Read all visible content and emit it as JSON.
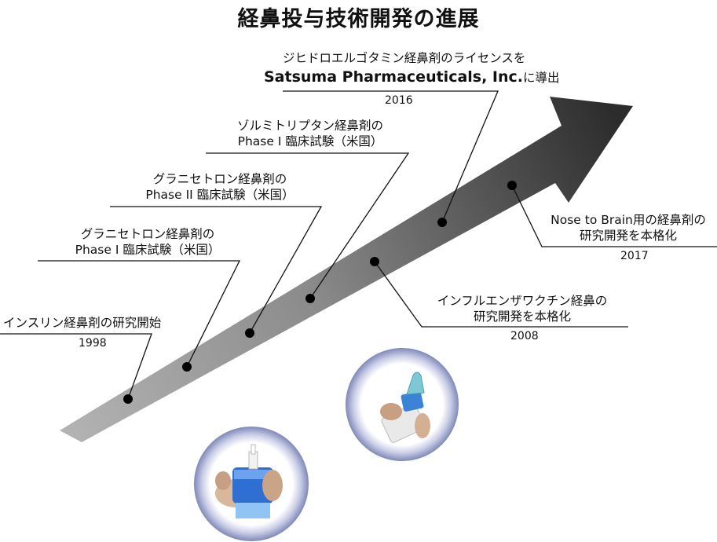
{
  "title": "経鼻投与技術開発の進展",
  "milestones": {
    "m1998": {
      "text": "インスリン経鼻剤の研究開始",
      "year": "1998"
    },
    "granisetron1": {
      "line1": "グラニセトロン経鼻剤の",
      "line2": "Phase I 臨床試験（米国）"
    },
    "granisetron2": {
      "line1": "グラニセトロン経鼻剤の",
      "line2": "Phase II 臨床試験（米国）"
    },
    "zolmitriptan": {
      "line1": "ゾルミトリプタン経鼻剤の",
      "line2": "Phase I 臨床試験（米国）"
    },
    "dhe": {
      "line1": "ジヒドロエルゴタミン経鼻剤のライセンスを",
      "company": "Satsuma Pharmaceuticals, Inc.",
      "suffix": "に導出",
      "year": "2016"
    },
    "influenza": {
      "line1": "インフルエンザワクチン経鼻の",
      "line2": "研究開発を本格化",
      "year": "2008"
    },
    "n2b": {
      "line1": "Nose to Brain用の経鼻剤の",
      "line2": "研究開発を本格化",
      "year": "2017"
    }
  },
  "colors": {
    "arrow_light": "#a9a9a9",
    "arrow_dark": "#2f2f2f",
    "dot": "#000000",
    "halo": "#98a0c6"
  },
  "images": {
    "left": "nasal-spray-device-photo",
    "right": "nasal-applicator-photo"
  }
}
